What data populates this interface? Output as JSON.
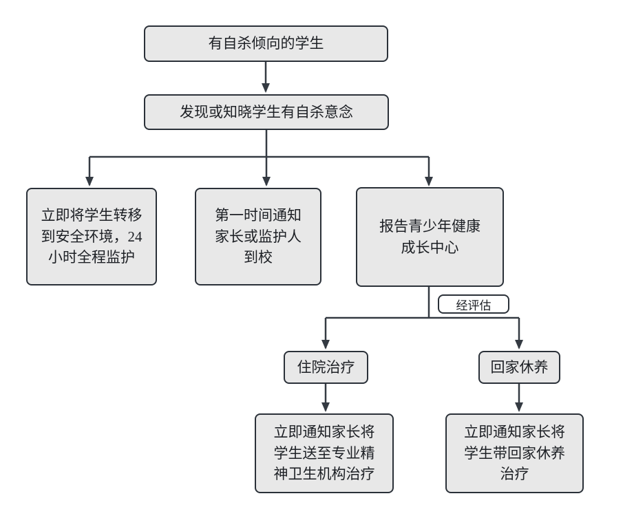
{
  "diagram": {
    "type": "flowchart",
    "language": "zh-CN",
    "nodes": {
      "start": {
        "label": "有自杀倾向的学生"
      },
      "detect": {
        "label": "发现或知晓学生有自杀意念"
      },
      "transfer": {
        "label": "立即将学生转移\n到安全环境，24\n小时全程监护"
      },
      "notify_parents": {
        "label": "第一时间通知\n家长或监护人\n到校"
      },
      "report_center": {
        "label": "报告青少年健康\n成长中心"
      },
      "hospital": {
        "label": "住院治疗"
      },
      "home_rest": {
        "label": "回家休养"
      },
      "hospital_detail": {
        "label": "立即通知家长将\n学生送至专业精\n神卫生机构治疗"
      },
      "home_detail": {
        "label": "立即通知家长将\n学生带回家休养\n治疗"
      }
    },
    "edge_labels": {
      "evaluation": "经评估"
    },
    "edges": [
      {
        "from": "start",
        "to": "detect"
      },
      {
        "from": "detect",
        "to": "transfer"
      },
      {
        "from": "detect",
        "to": "notify_parents"
      },
      {
        "from": "detect",
        "to": "report_center"
      },
      {
        "from": "report_center",
        "to": "hospital",
        "label": "经评估"
      },
      {
        "from": "report_center",
        "to": "home_rest",
        "label": "经评估"
      },
      {
        "from": "hospital",
        "to": "hospital_detail"
      },
      {
        "from": "home_rest",
        "to": "home_detail"
      }
    ],
    "colors": {
      "background": "#ffffff",
      "node_fill": "#e8e8e8",
      "node_border": "#2a3038",
      "line": "#343a42",
      "edge_label_fill": "#ffffff",
      "text": "#1c1f24"
    }
  }
}
